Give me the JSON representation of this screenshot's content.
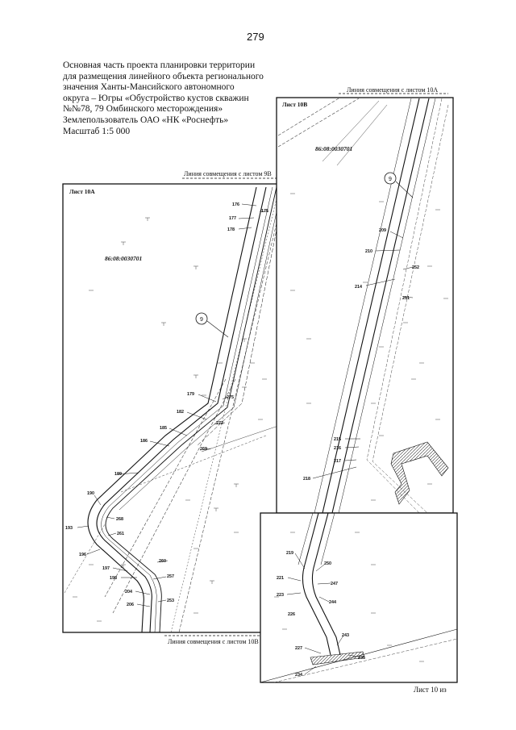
{
  "page_number": "279",
  "title_lines": [
    "Основная часть проекта планировки территории",
    "для размещения линейного объекта регионального",
    "значения Ханты-Мансийского автономного",
    "округа – Югры «Обустройство кустов скважин",
    "№№78, 79 Омбинского месторождения»",
    "Землепользователь ОАО «НК «Роснефть»",
    "Масштаб 1:5 000"
  ],
  "match_lines": {
    "sheet_10a_top": "Линия совмещения с листом 9В",
    "sheet_10a_bottom": "Линия совмещения с листом 10В",
    "sheet_10b_top": "Линия совмещения с листом 10А"
  },
  "sheets": {
    "sheet_10a": "Лист 10А",
    "sheet_10b": "Лист 10В"
  },
  "parcels": {
    "a": "86:08:0030701",
    "b": "86:08:0030701"
  },
  "route_marker": "9",
  "points_10a": {
    "p175": "175",
    "p176": "176",
    "p177": "177",
    "p178": "178",
    "p179": "179",
    "p275": "275",
    "p182": "182",
    "p272": "272",
    "p185": "185",
    "p186": "186",
    "p269": "269",
    "p189": "189",
    "p190": "190",
    "p268": "268",
    "p193": "193",
    "p261": "261",
    "p196": "196",
    "p260": "260",
    "p197": "197",
    "p198": "198",
    "p257": "257",
    "p204": "204",
    "p253": "253",
    "p206": "206"
  },
  "points_10b": {
    "p209": "209",
    "p210": "210",
    "p252": "252",
    "p214": "214",
    "p251": "251",
    "p215": "215",
    "p216": "216",
    "p217": "217",
    "p218": "218"
  },
  "points_inset": {
    "p219": "219",
    "p250": "250",
    "p221": "221",
    "p247": "247",
    "p223": "223",
    "p244": "244",
    "p226": "226",
    "p243": "243",
    "p227": "227",
    "p235": "235",
    "p234": "234"
  },
  "footer": "Лист 10 из"
}
